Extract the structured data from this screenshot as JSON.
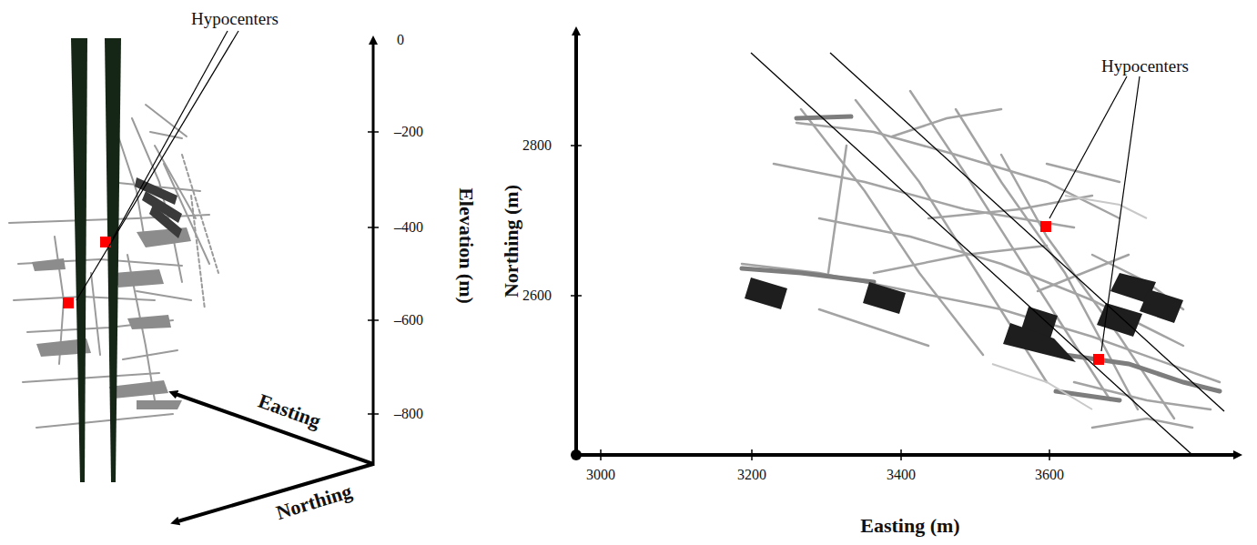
{
  "diagram": {
    "labels": [
      "Hypocenters",
      "0",
      "–200",
      "–400",
      "–600",
      "–800",
      "Elevation (m)",
      "Easting",
      "Northing",
      "Hypocenters",
      "2800",
      "2600",
      "Northing (m)",
      "3000",
      "3200",
      "3400",
      "3600",
      "Easting (m)"
    ]
  }
}
